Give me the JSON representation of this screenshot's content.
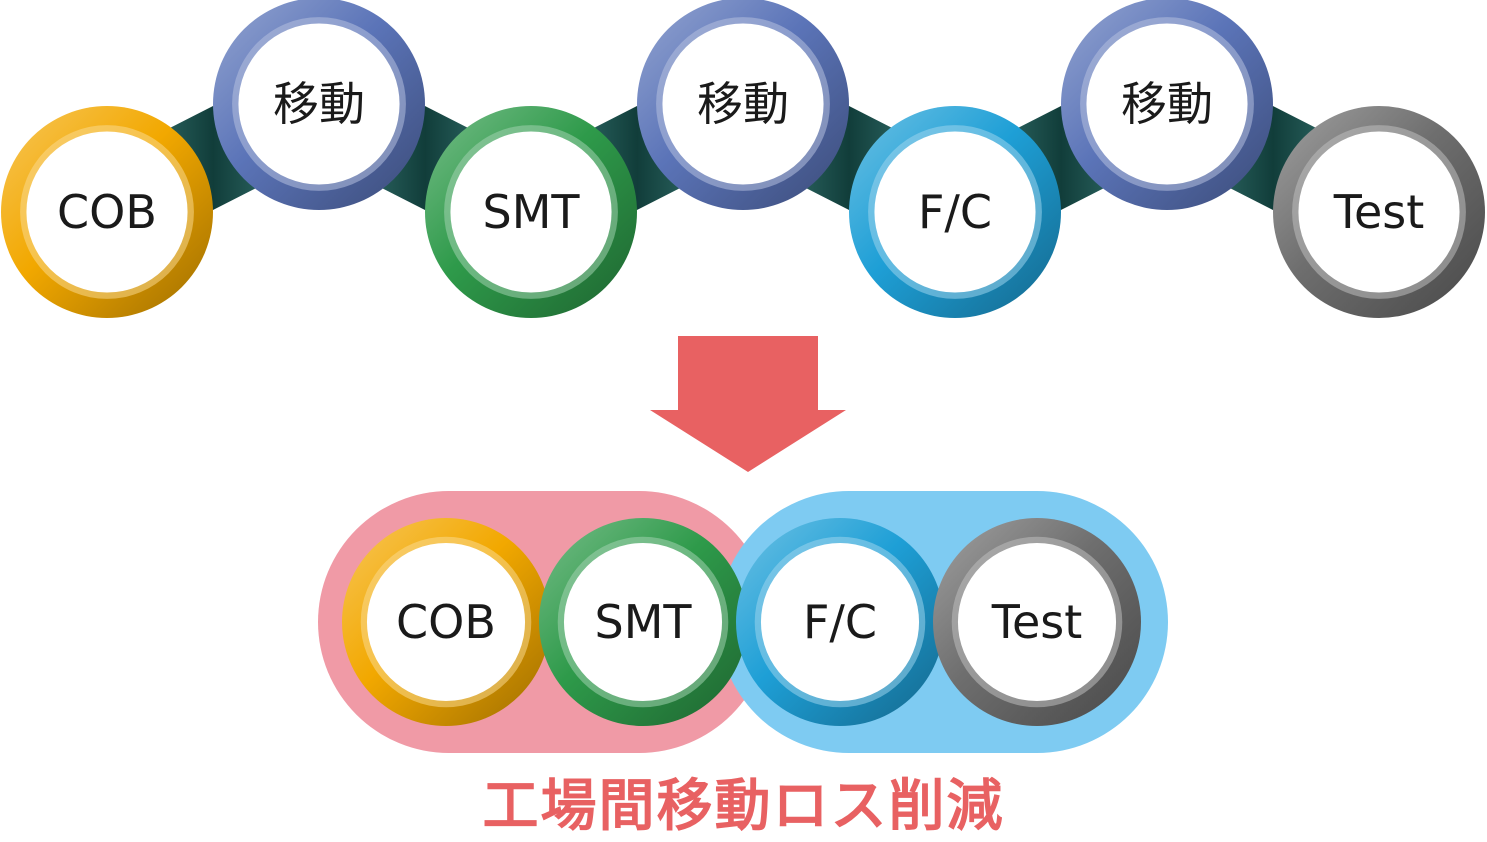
{
  "before": {
    "steps": [
      {
        "label": "COB",
        "color": "#f2a800",
        "kind": "process"
      },
      {
        "label": "移動",
        "color": "#5b74b8",
        "kind": "move"
      },
      {
        "label": "SMT",
        "color": "#2e9a4a",
        "kind": "process"
      },
      {
        "label": "移動",
        "color": "#5b74b8",
        "kind": "move"
      },
      {
        "label": "F/C",
        "color": "#1e9fd6",
        "kind": "process"
      },
      {
        "label": "移動",
        "color": "#5b74b8",
        "kind": "move"
      },
      {
        "label": "Test",
        "color": "#6e6e6e",
        "kind": "process"
      }
    ],
    "connector_color": "#1f6f6a"
  },
  "arrow_color": "#e86162",
  "after": {
    "groups": [
      {
        "color": "#f09aa6",
        "steps": [
          {
            "label": "COB",
            "color": "#f2a800"
          },
          {
            "label": "SMT",
            "color": "#2e9a4a"
          }
        ]
      },
      {
        "color": "#7ecbf2",
        "steps": [
          {
            "label": "F/C",
            "color": "#1e9fd6"
          },
          {
            "label": "Test",
            "color": "#6e6e6e"
          }
        ]
      }
    ]
  },
  "caption": "工場間移動ロス削減"
}
